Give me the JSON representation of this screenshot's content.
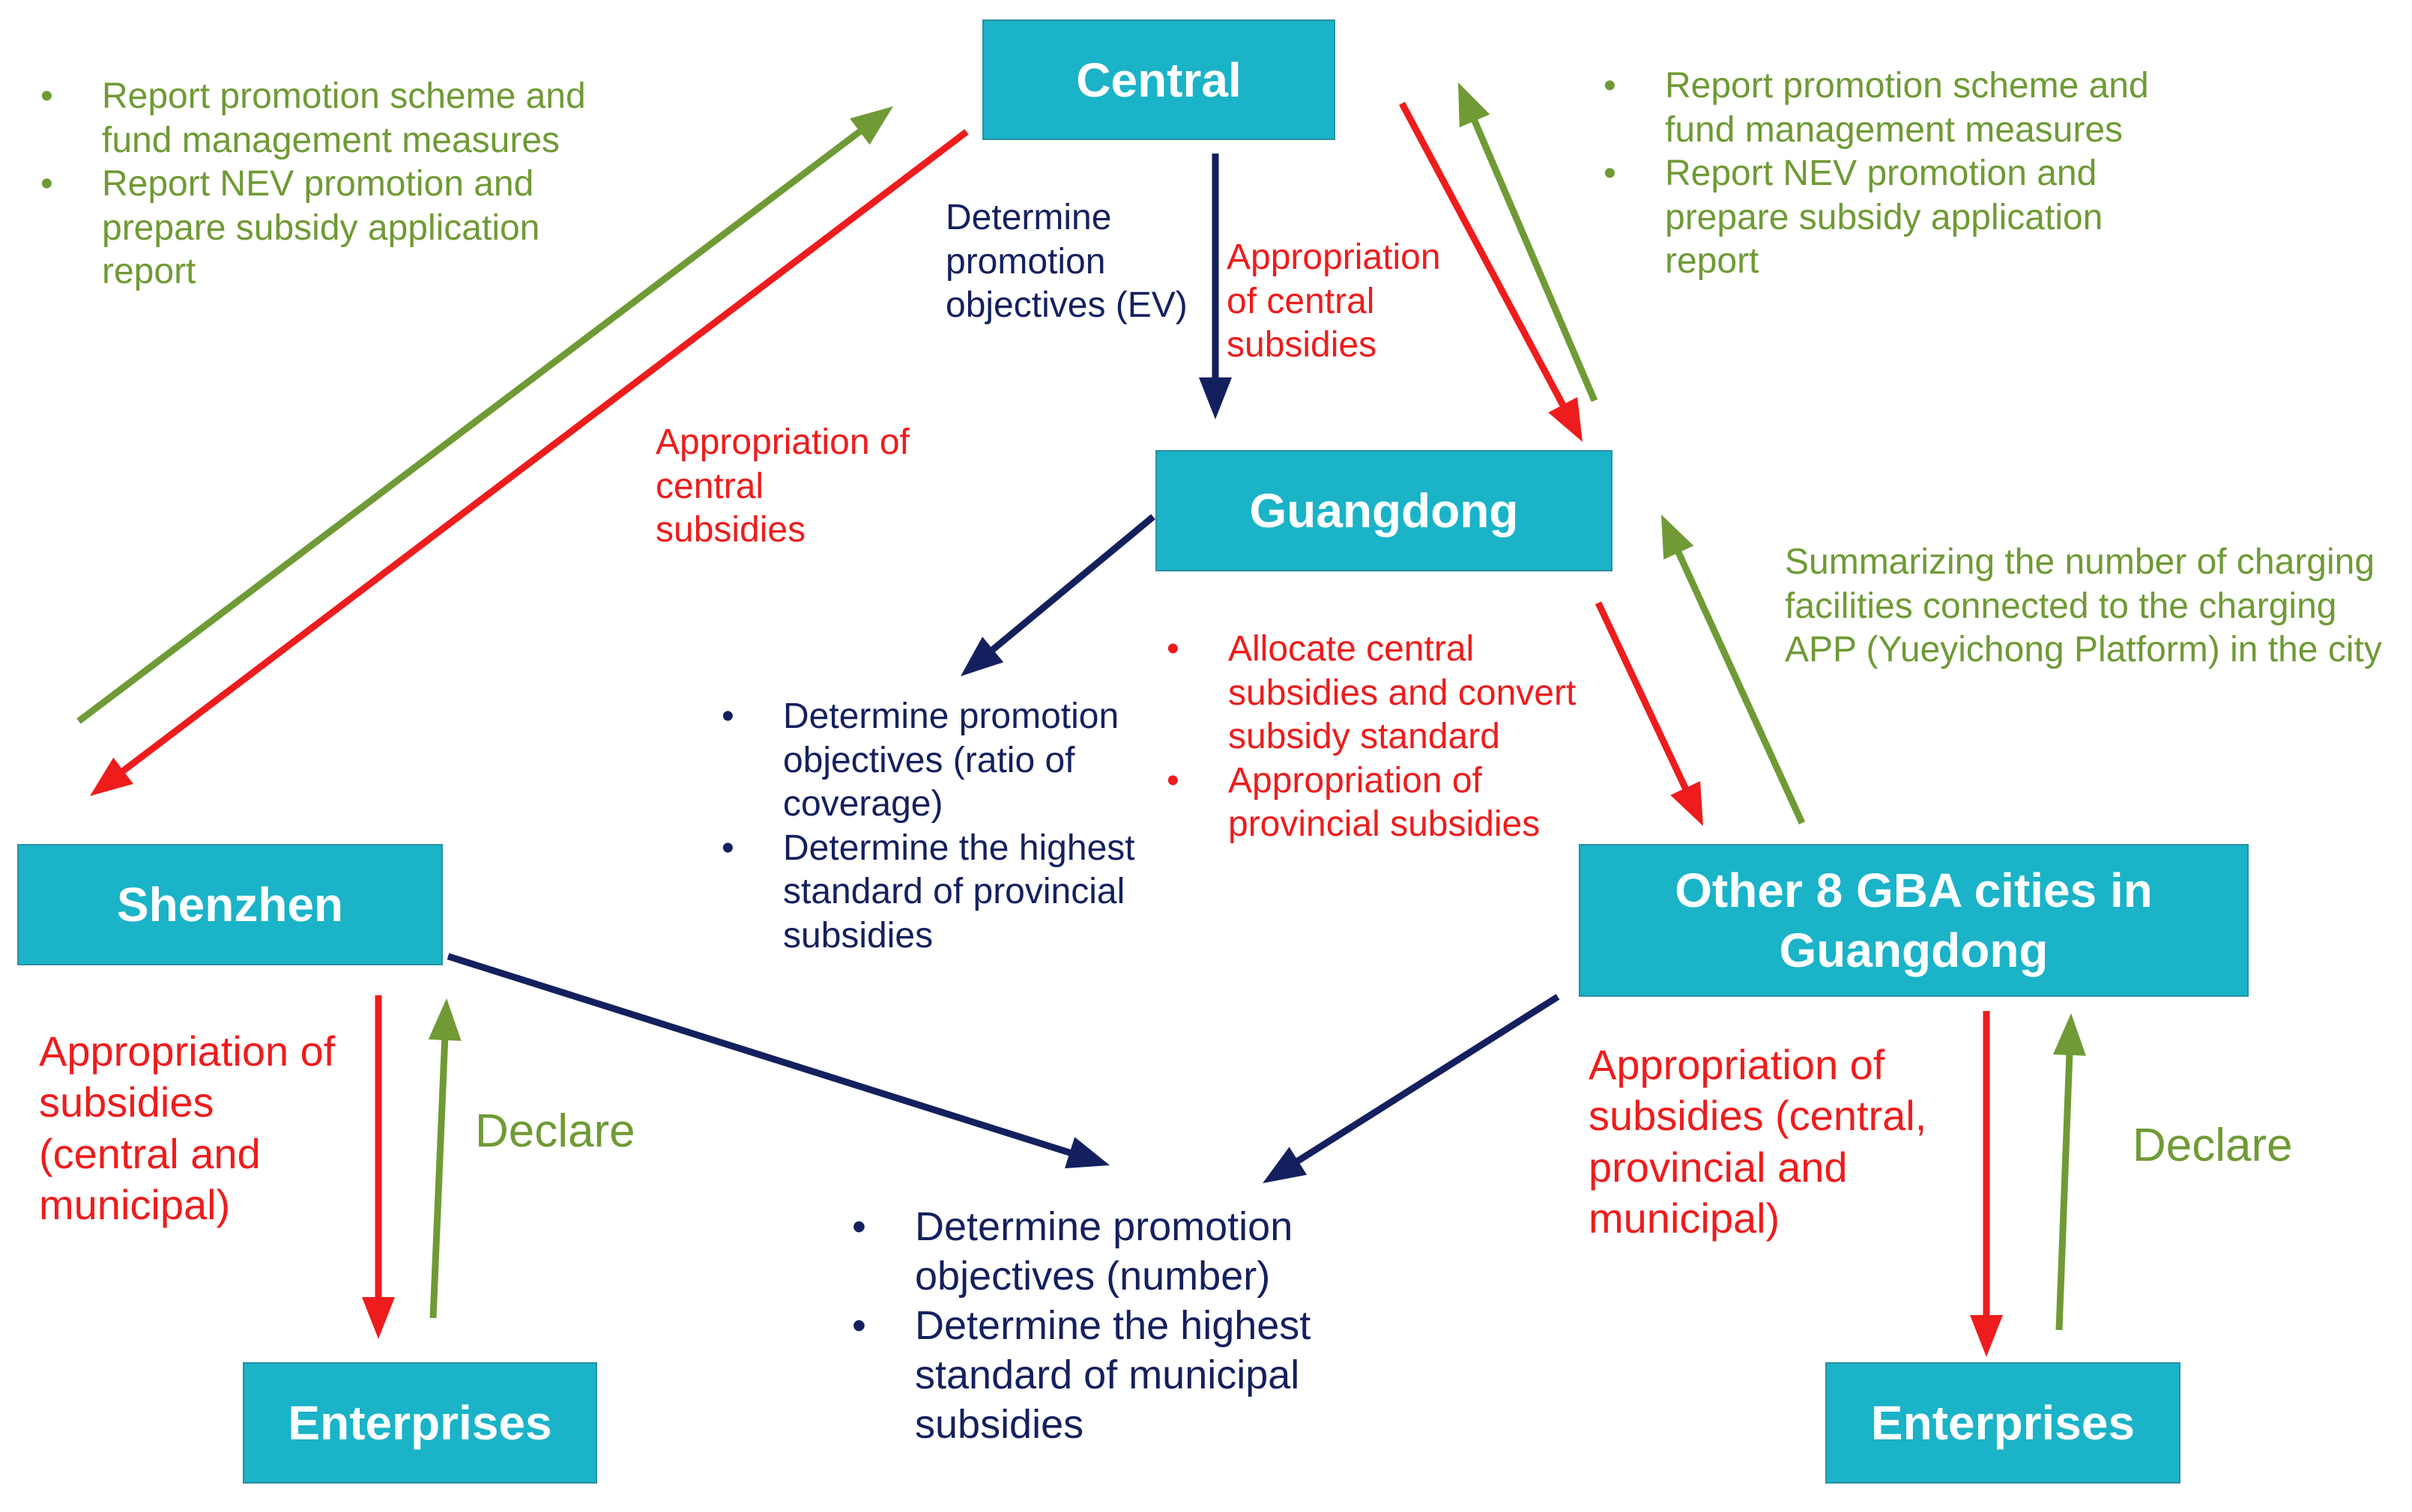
{
  "nodes": {
    "central": "Central",
    "guangdong": "Guangdong",
    "shenzhen": "Shenzhen",
    "other_cities": "Other 8 GBA cities in Guangdong",
    "enterprises_left": "Enterprises",
    "enterprises_right": "Enterprises"
  },
  "notes": {
    "report_left": [
      "Report promotion scheme and fund management measures",
      "Report NEV promotion and prepare subsidy application report"
    ],
    "report_right": [
      "Report promotion scheme and fund management measures",
      "Report NEV promotion and prepare subsidy application report"
    ],
    "central_to_guangdong_objectives": "Determine promotion objectives (EV)",
    "central_to_guangdong_appropriation": "Appropriation of central subsidies",
    "central_to_shenzhen_appropriation": "Appropriation of central subsidies",
    "guangdong_objectives": [
      "Determine promotion objectives (ratio of coverage)",
      "Determine the highest standard of provincial subsidies"
    ],
    "guangdong_to_cities": [
      "Allocate central subsidies and convert subsidy standard",
      "Appropriation of provincial subsidies"
    ],
    "cities_summary": "Summarizing the number of charging facilities connected to the charging APP (Yueyichong Platform) in the city",
    "municipal_objectives": [
      "Determine promotion objectives (number)",
      "Determine the highest standard of municipal subsidies"
    ],
    "shenzhen_appropriation": "Appropriation of subsidies (central and municipal)",
    "shenzhen_declare": "Declare",
    "cities_appropriation": "Appropriation of subsidies (central, provincial and municipal)",
    "cities_declare": "Declare"
  },
  "colors": {
    "box_fill": "#1ab3c8",
    "report": "#6f9a35",
    "appropriation": "#ee1c1c",
    "objectives": "#14205e"
  }
}
